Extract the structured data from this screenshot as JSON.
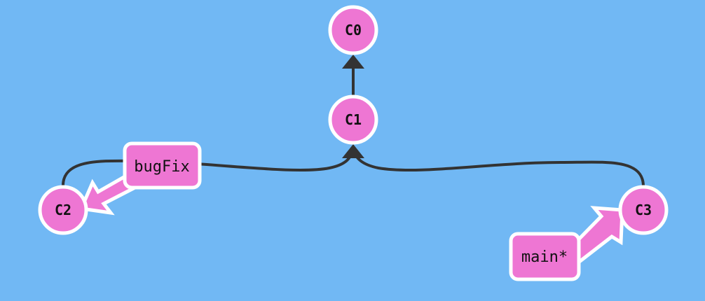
{
  "colors": {
    "background": "#71b8f4",
    "node_fill": "#ee76d3",
    "node_stroke": "#ffffff",
    "edge": "#333333"
  },
  "commits": [
    {
      "id": "C0",
      "parent": null
    },
    {
      "id": "C1",
      "parent": "C0"
    },
    {
      "id": "C2",
      "parent": "C1"
    },
    {
      "id": "C3",
      "parent": "C1"
    }
  ],
  "branches": [
    {
      "name": "bugFix",
      "target": "C2"
    },
    {
      "name": "main*",
      "target": "C3"
    }
  ]
}
